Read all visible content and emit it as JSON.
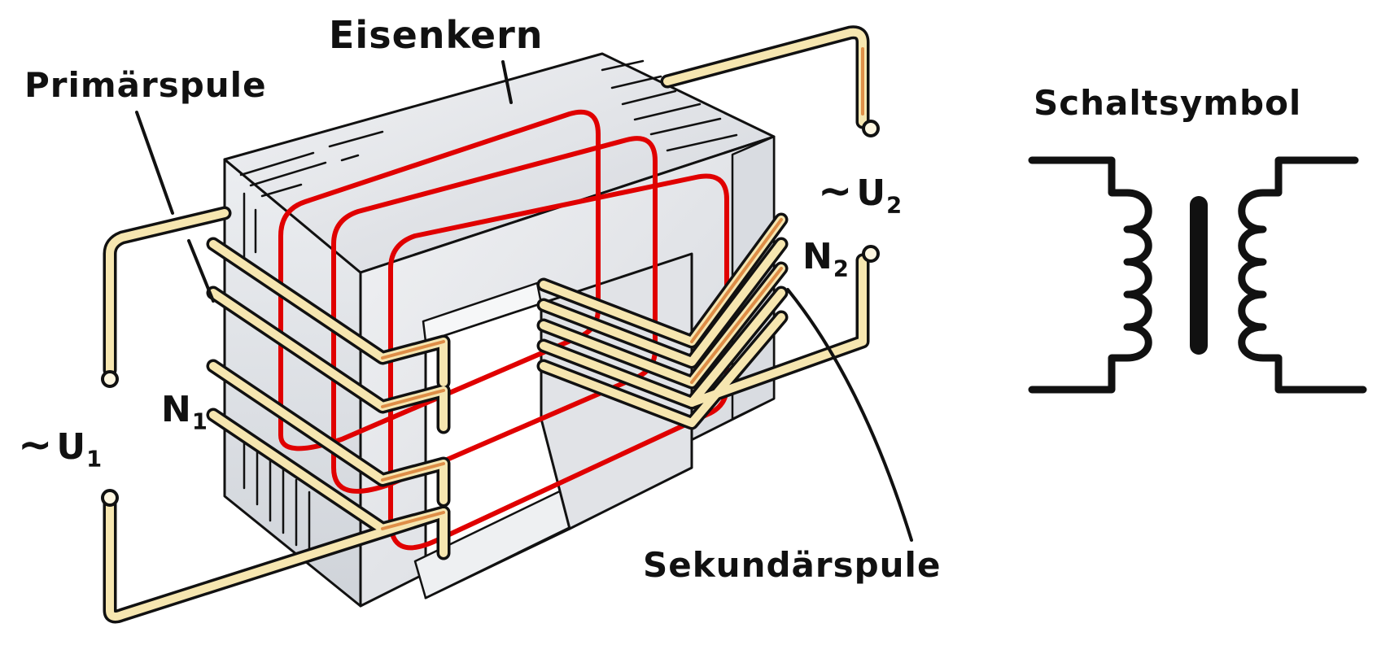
{
  "labels": {
    "iron_core": "Eisenkern",
    "primary_coil": "Primärspule",
    "secondary_coil": "Sekundärspule",
    "circuit_symbol": "Schaltsymbol",
    "voltage_primary": {
      "prefix": "~",
      "symbol": "U",
      "index": "1"
    },
    "turns_primary": {
      "symbol": "N",
      "index": "1"
    },
    "voltage_secondary": {
      "prefix": "~",
      "symbol": "U",
      "index": "2"
    },
    "turns_secondary": {
      "symbol": "N",
      "index": "2"
    }
  },
  "colors": {
    "core_fill": "#e3e5e9",
    "core_shade": "#cfd2d8",
    "outline": "#111111",
    "flux_lines": "#e00000",
    "copper_light": "#f6e6b0",
    "copper_dark": "#d9782e"
  }
}
